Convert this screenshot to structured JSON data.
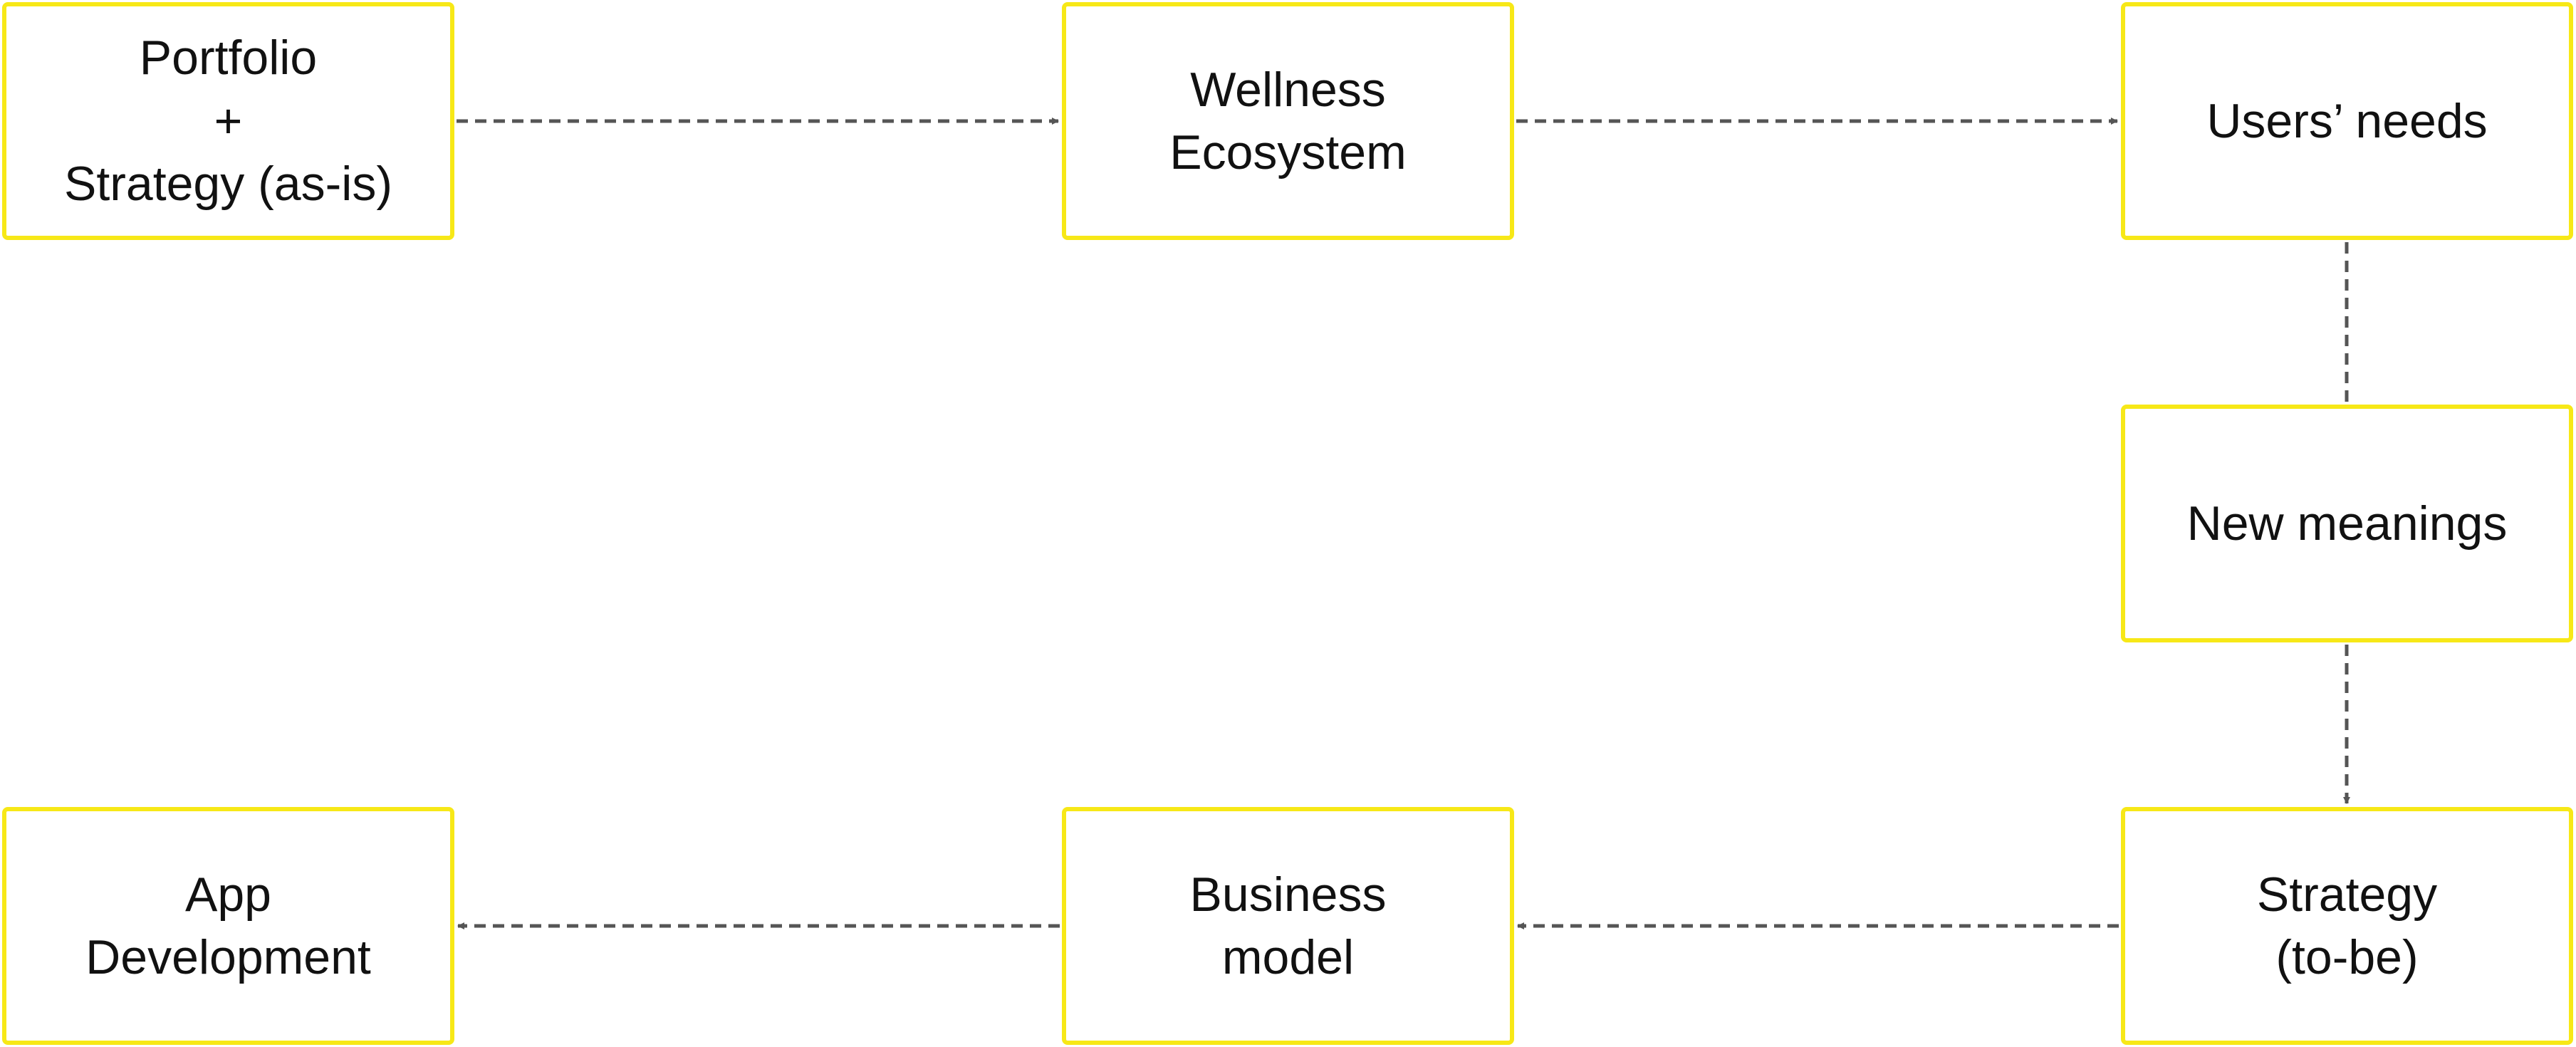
{
  "diagram": {
    "border_color": "#f7e817",
    "connector_color": "#555555",
    "nodes": {
      "portfolio": "Portfolio\n+\nStrategy (as-is)",
      "wellness": "Wellness\nEcosystem",
      "users_needs": "Users’ needs",
      "new_meanings": "New meanings",
      "strategy_to_be": "Strategy\n(to-be)",
      "business_model": "Business\nmodel",
      "app_development": "App\nDevelopment"
    },
    "connections": [
      {
        "from": "portfolio",
        "to": "wellness",
        "arrow": true
      },
      {
        "from": "wellness",
        "to": "users_needs",
        "arrow": true
      },
      {
        "from": "users_needs",
        "to": "new_meanings",
        "arrow": false
      },
      {
        "from": "new_meanings",
        "to": "strategy_to_be",
        "arrow": true
      },
      {
        "from": "strategy_to_be",
        "to": "business_model",
        "arrow": true
      },
      {
        "from": "business_model",
        "to": "app_development",
        "arrow": true
      }
    ]
  }
}
